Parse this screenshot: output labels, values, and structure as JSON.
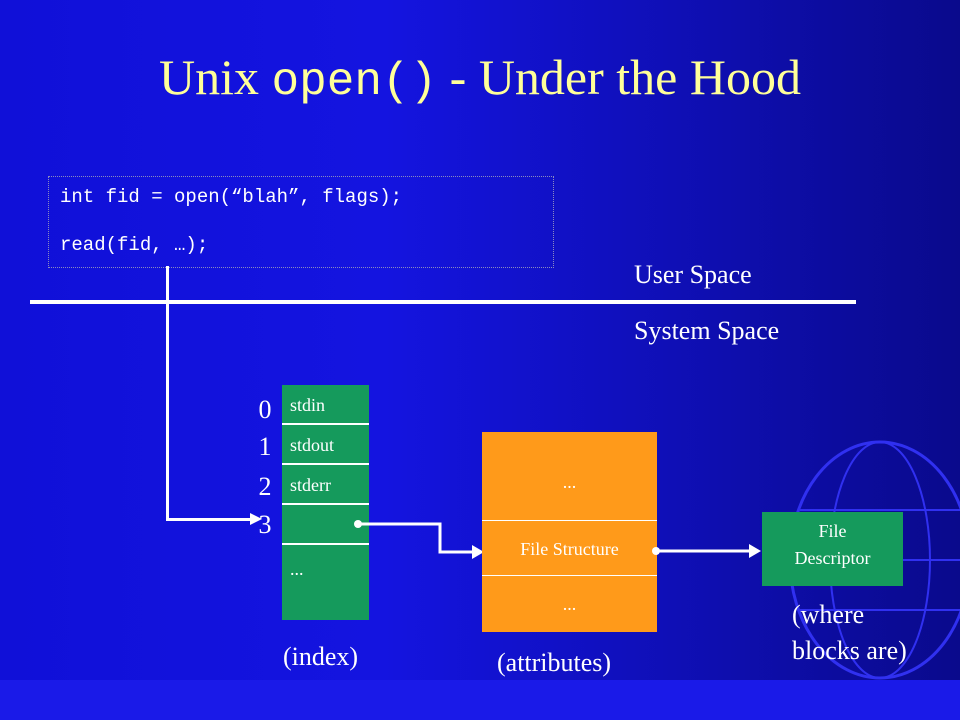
{
  "slide": {
    "title_prefix": "Unix ",
    "title_code": "open()",
    "title_suffix": " - Under the Hood"
  },
  "code": {
    "line1": "int fid = open(“blah”, flags);",
    "line2": "read(fid, …);"
  },
  "spaces": {
    "user": "User Space",
    "system": "System Space"
  },
  "fd_table": {
    "indices": [
      "0",
      "1",
      "2",
      "3"
    ],
    "entries": [
      "stdin",
      "stdout",
      "stderr",
      "",
      "..."
    ],
    "caption": "(index)"
  },
  "file_structure": {
    "top": "...",
    "label": "File Structure",
    "bottom": "...",
    "caption": "(attributes)"
  },
  "file_descriptor": {
    "line1": "File",
    "line2": "Descriptor",
    "caption_line1": "(where",
    "caption_line2": "blocks are)"
  },
  "colors": {
    "title": "#ffff99",
    "table_green": "#159a5c",
    "structure_orange": "#ff9a1a",
    "background_blue": "#1414e0"
  }
}
